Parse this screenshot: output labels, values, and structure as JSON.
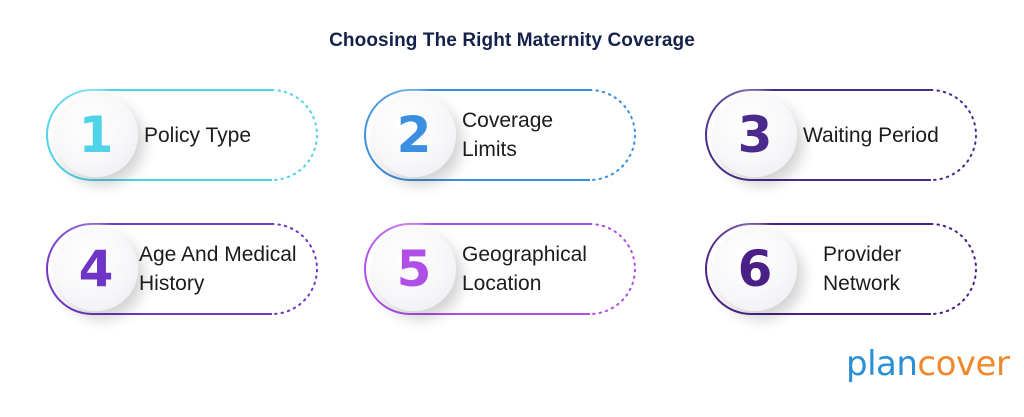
{
  "title": "Choosing The Right Maternity Coverage",
  "items": [
    {
      "number": "1",
      "label": "Policy Type",
      "color": "#4fd3e8"
    },
    {
      "number": "2",
      "label": "Coverage Limits",
      "color": "#3a8fe0"
    },
    {
      "number": "3",
      "label": "Waiting Period",
      "color": "#4a2a8a"
    },
    {
      "number": "4",
      "label": "Age And Medical History",
      "color": "#6f35c6"
    },
    {
      "number": "5",
      "label": "Geographical Location",
      "color": "#b04ee8"
    },
    {
      "number": "6",
      "label": "Provider Network",
      "color": "#4a1f86"
    }
  ],
  "logo": {
    "part1": "plan",
    "part2": "cover",
    "color1": "#2b8fd6",
    "color2": "#f0892c"
  }
}
